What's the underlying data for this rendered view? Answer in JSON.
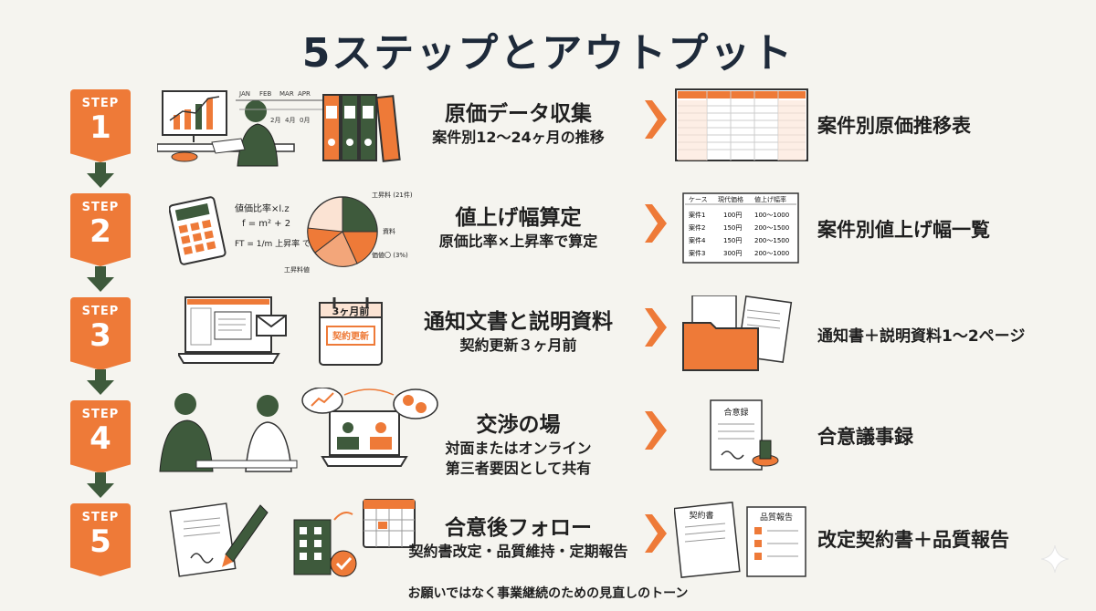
{
  "title": "5ステップとアウトプット",
  "step_label": "STEP",
  "steps": [
    {
      "num": "1",
      "heading": "原価データ収集",
      "sub": [
        "案件別12〜24ヶ月の推移"
      ],
      "output": "案件別原価推移表",
      "chart_months": [
        "JAN",
        "FEB",
        "MAR",
        "APR"
      ],
      "chart_months2": [
        "2月",
        "4月",
        "0月"
      ]
    },
    {
      "num": "2",
      "heading": "値上げ幅算定",
      "sub": [
        "原価比率×上昇率で算定"
      ],
      "output": "案件別値上げ幅一覧",
      "formula": [
        "値価比率×l.z",
        "f = m² + 2",
        "FT = 1/m 上昇率 で〜方"
      ],
      "pie_labels": [
        "工昇料 (21件)",
        "資料",
        "価値〇 (3%)",
        "工昇料値"
      ],
      "table_headers": [
        "ケース",
        "現代価格",
        "値上げ幅率"
      ],
      "table_rows": [
        [
          "案件1",
          "100円",
          "100〜1000"
        ],
        [
          "案件2",
          "150円",
          "200〜1500"
        ],
        [
          "案件4",
          "150円",
          "200〜1500"
        ],
        [
          "案件3",
          "300円",
          "200〜1000"
        ]
      ]
    },
    {
      "num": "3",
      "heading": "通知文書と説明資料",
      "sub": [
        "契約更新３ヶ月前"
      ],
      "output": "通知書＋説明資料1〜2ページ",
      "calendar_top": "3ヶ月前",
      "calendar_stamp": "契約更新"
    },
    {
      "num": "4",
      "heading": "交渉の場",
      "sub": [
        "対面またはオンライン",
        "第三者要因として共有"
      ],
      "output": "合意議事録",
      "doc_title": "合意録"
    },
    {
      "num": "5",
      "heading": "合意後フォロー",
      "sub": [
        "契約書改定・品質維持・定期報告"
      ],
      "output": "改定契約書＋品質報告",
      "doc_a": "契約書",
      "doc_b": "品質報告"
    }
  ],
  "footer": "お願いではなく事業継続のための見直しのトーン",
  "colors": {
    "accent": "#ee7a38",
    "green": "#3e5a3c",
    "dark": "#1e2a3a"
  }
}
